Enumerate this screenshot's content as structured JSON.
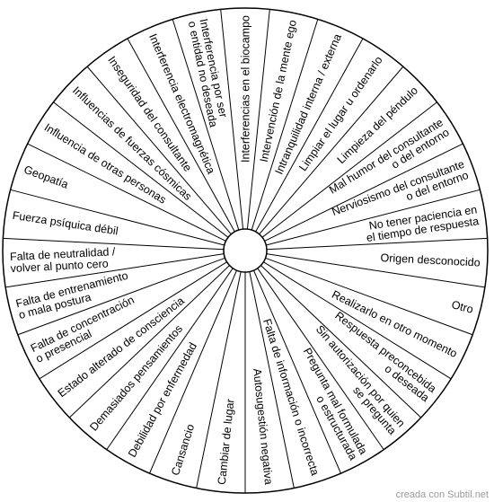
{
  "chart_data": {
    "type": "radial-chart",
    "segments": [
      [
        "Interferencias en el biocampo"
      ],
      [
        "Intervención de la mente ego"
      ],
      [
        "Intranquilidad interna / externa"
      ],
      [
        "Limpiar el lugar u ordenarlo"
      ],
      [
        "Limpieza del péndulo"
      ],
      [
        "Mal humor del consultante",
        "o del entorno"
      ],
      [
        "Nerviosismo del consultante",
        "o del entorno"
      ],
      [
        "No  tener paciencia en",
        "el tiempo de respuesta"
      ],
      [
        "Origen desconocido"
      ],
      [
        "Otro"
      ],
      [
        "Realizarlo en otro momento"
      ],
      [
        "Respuesta preconcebida",
        "o deseada"
      ],
      [
        "Sin autorización por quien",
        "se pregunta"
      ],
      [
        "Pregunta mal formulada",
        "o estructurada"
      ],
      [
        "Falta de información o incorrecta"
      ],
      [
        "Autosugestión negativa"
      ],
      [
        "Cambiar de lugar"
      ],
      [
        "Cansancio"
      ],
      [
        "Debilidad por enfermedad"
      ],
      [
        "Demasiados pensamientos"
      ],
      [
        "Estado alterado de consciencia"
      ],
      [
        "Falta de concentración",
        "o presencial"
      ],
      [
        "Falta de entrenamiento",
        "o mala postura"
      ],
      [
        "Falta de neutralidad /",
        "volver al punto cero"
      ],
      [
        "Fuerza psíquica débil"
      ],
      [
        "Geopatía"
      ],
      [
        "Influencia de otras personas"
      ],
      [
        "Influencias de fuerzas cósmicas"
      ],
      [
        "Inseguridad del consultante"
      ],
      [
        "Interferencia electromagnética"
      ],
      [
        "Interferencia por ser",
        "o entidad no deseada"
      ]
    ]
  },
  "credit": "creada con Subtil.net"
}
